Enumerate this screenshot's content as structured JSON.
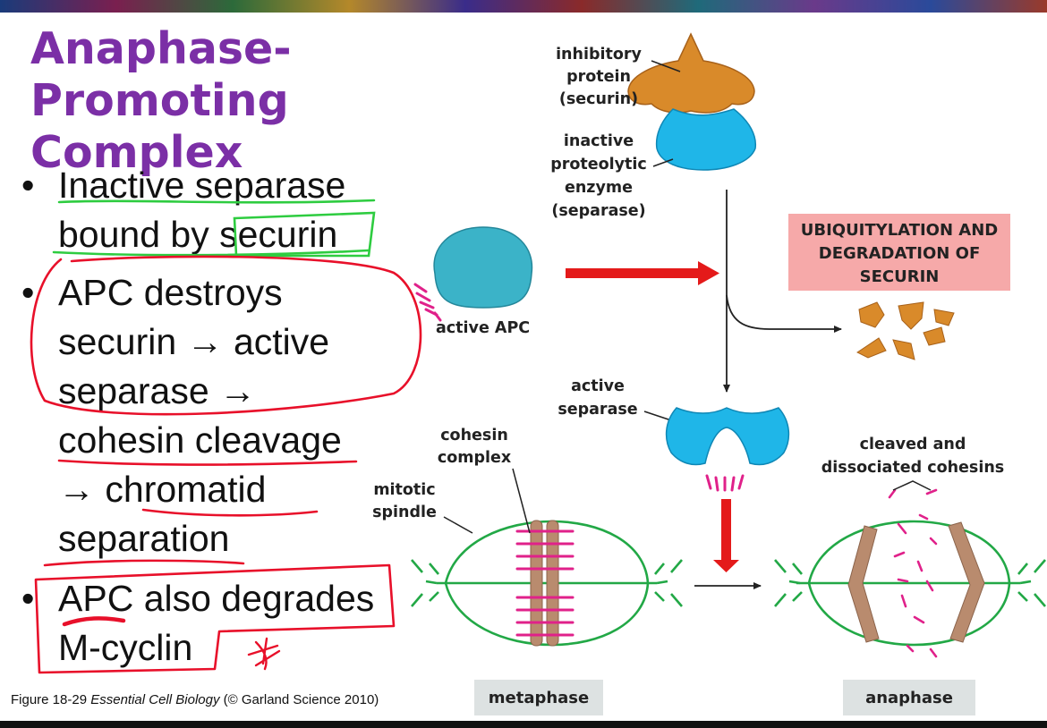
{
  "slide": {
    "title_lines": [
      "Anaphase-Promoting",
      "Complex"
    ],
    "bullets": [
      {
        "lines": [
          "Inactive separase",
          "bound by securin"
        ]
      },
      {
        "lines": [
          "APC destroys",
          "securin →   active",
          "separase →",
          "cohesin cleavage",
          "→   chromatid",
          "separation"
        ]
      },
      {
        "lines": [
          "APC also degrades",
          "M-cyclin"
        ]
      }
    ],
    "bullet_symbol": "•",
    "caption": {
      "prefix": "Figure 18-29  ",
      "book": "Essential Cell Biology",
      "suffix": " (© Garland Science 2010)"
    }
  },
  "diagram": {
    "labels": {
      "inhibitory_protein": [
        "inhibitory",
        "protein",
        "(securin)"
      ],
      "inactive_enzyme": [
        "inactive",
        "proteolytic",
        "enzyme",
        "(separase)"
      ],
      "active_apc": "active APC",
      "ubiquitylation": [
        "UBIQUITYLATION AND",
        "DEGRADATION OF",
        "SECURIN"
      ],
      "active_separase": [
        "active",
        "separase"
      ],
      "cohesin_complex": [
        "cohesin",
        "complex"
      ],
      "mitotic_spindle": [
        "mitotic",
        "spindle"
      ],
      "cleaved_cohesins": [
        "cleaved and",
        "dissociated cohesins"
      ],
      "metaphase": "metaphase",
      "anaphase": "anaphase"
    },
    "annotation_mark": "∗"
  },
  "colors": {
    "title": "#7b2fa6",
    "securin": "#d98a2a",
    "separase": "#1fb6e8",
    "apc": "#3bb3c8",
    "cohesin": "#e0218a",
    "spindle": "#22a846",
    "chromatid": "#b98b6e",
    "arrow_red": "#e41a1a",
    "pink_box": "#f6a9a9",
    "gray_box": "#dde2e2",
    "annotation_green": "#2ecc40",
    "annotation_red": "#e8102a"
  }
}
